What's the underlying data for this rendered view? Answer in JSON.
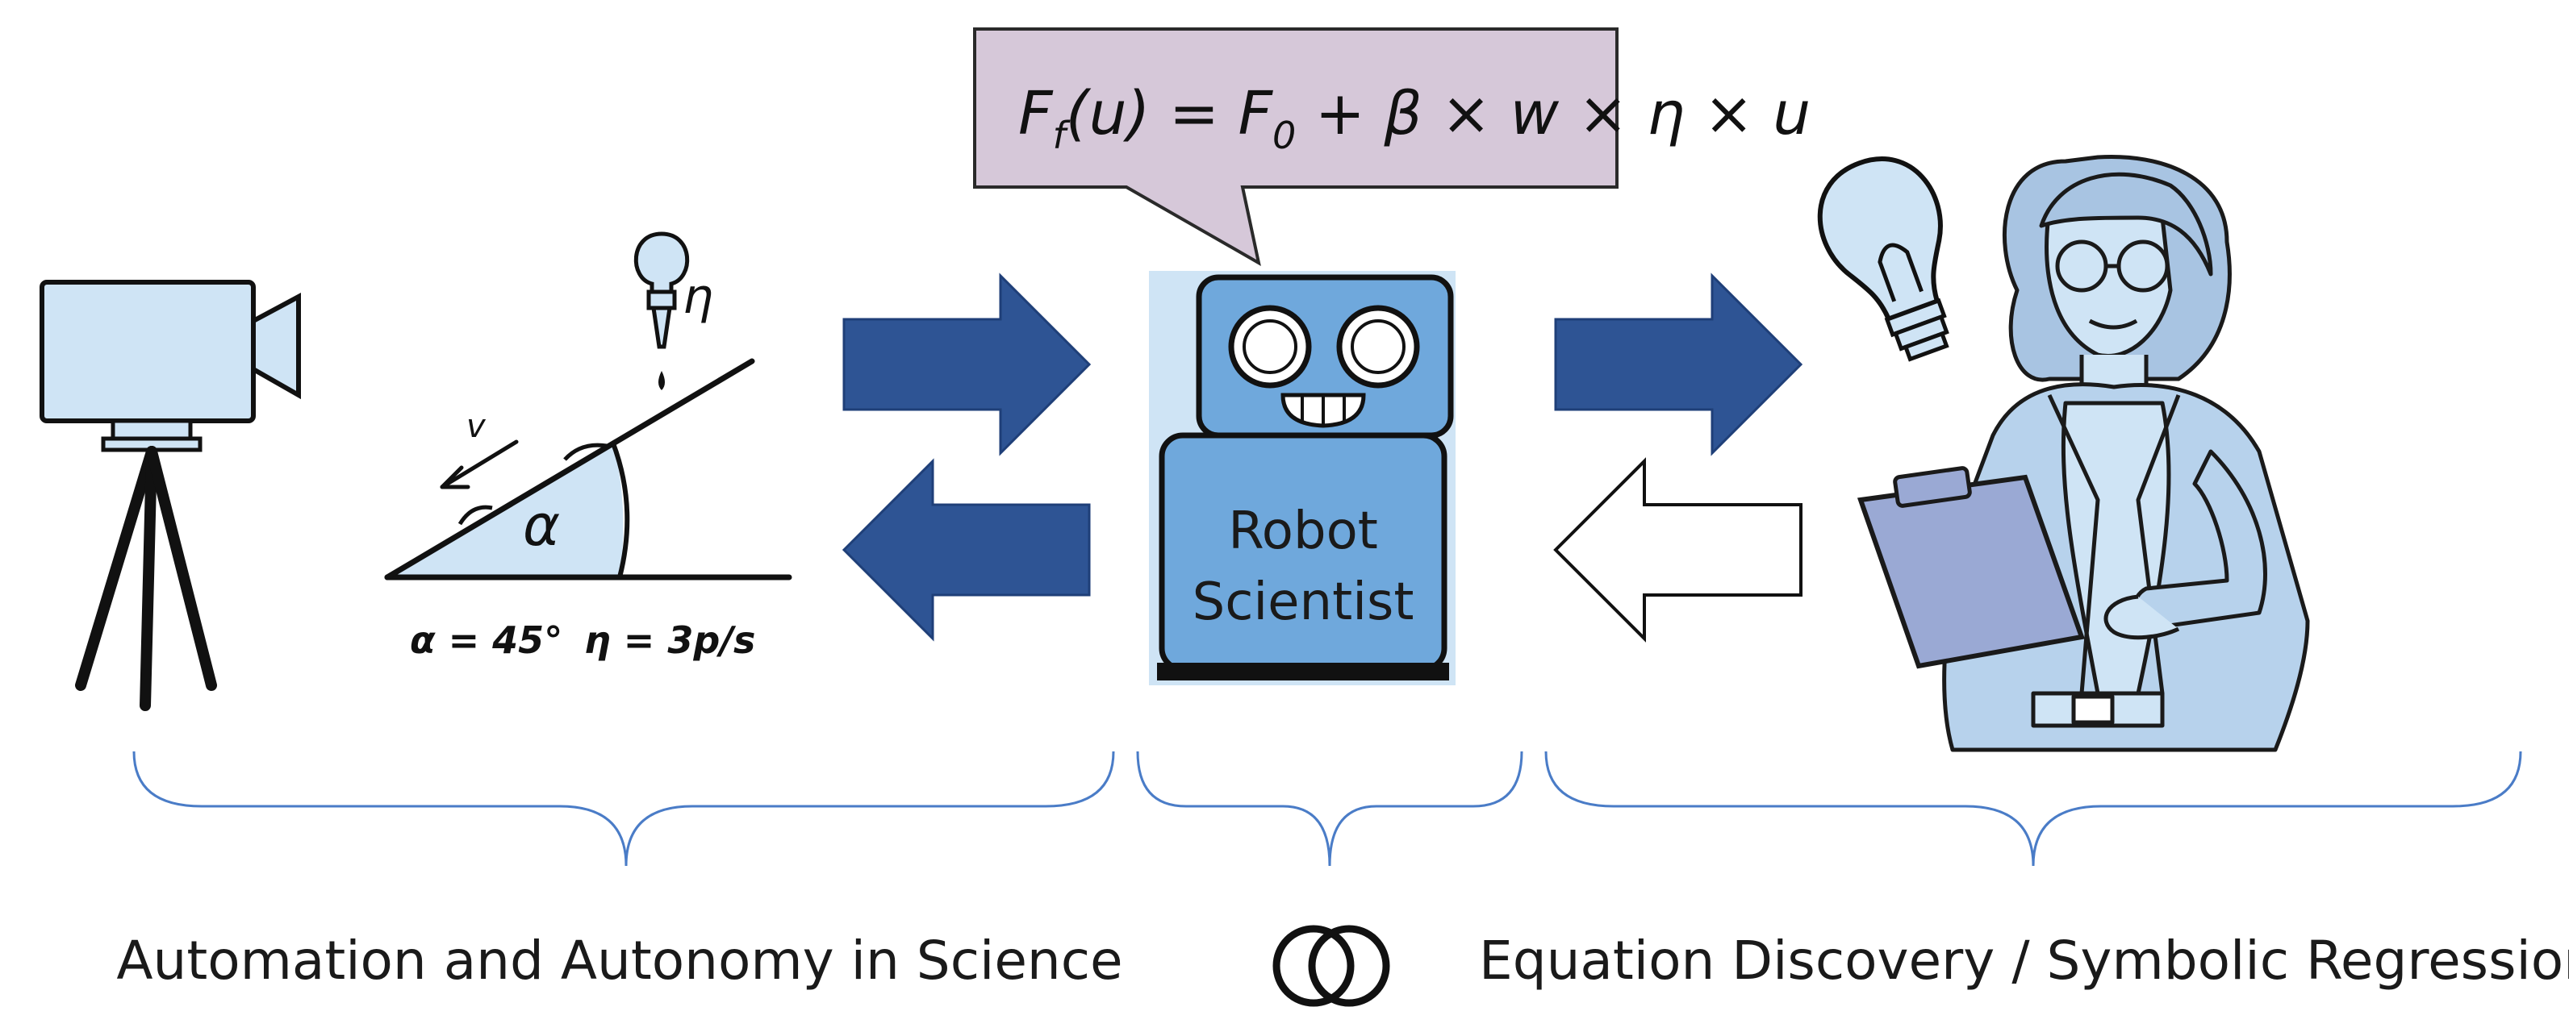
{
  "speech_bubble": {
    "equation": {
      "F": "F",
      "f_sub": "f",
      "open": "(u)",
      "eq": " = F",
      "zero_sub": "0",
      "rest": " + β × ",
      "w": "w",
      "times1": " × ",
      "eta": "η",
      "times2": " × u"
    }
  },
  "experiment": {
    "dropper_label": "η",
    "velocity_label": "v",
    "angle_symbol": "α",
    "angle_value": "α = 45°",
    "rate_value": "η = 3p/s"
  },
  "robot": {
    "line1": "Robot",
    "line2": "Scientist"
  },
  "footer": {
    "left": "Automation and Autonomy in Science",
    "right": "Equation Discovery / Symbolic Regression"
  },
  "colors": {
    "dark_arrow": "#2e5494",
    "light_blue": "#cfe4f5",
    "robot_blue": "#6fa8dc",
    "bubble_fill": "#d6c8d9",
    "bracket": "#4a7cc7"
  },
  "icons": [
    "camera-icon",
    "tripod-icon",
    "dropper-icon",
    "incline-icon",
    "robot-icon",
    "lightbulb-icon",
    "scientist-icon",
    "clipboard-icon",
    "intersection-icon"
  ]
}
